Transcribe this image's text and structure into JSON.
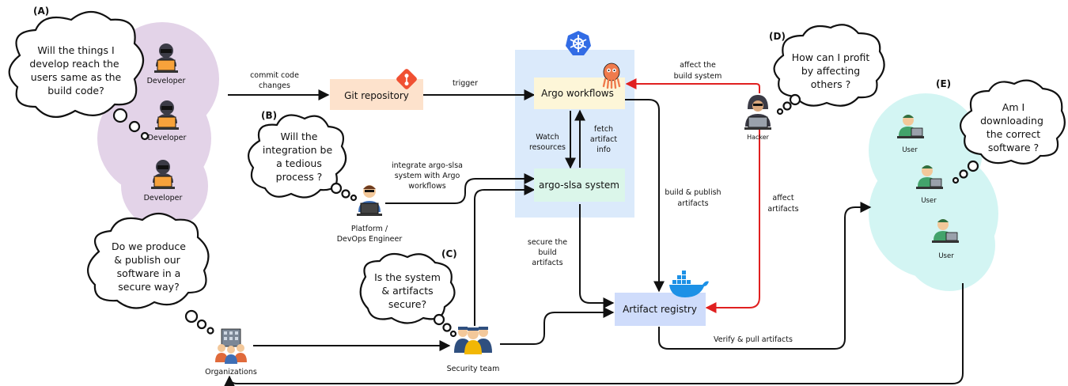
{
  "sections": {
    "a": "(A)",
    "b": "(B)",
    "c": "(C)",
    "d": "(D)",
    "e": "(E)"
  },
  "thoughts": {
    "a": [
      "Will the things I",
      "develop reach the",
      "users same as the",
      "build code?"
    ],
    "b": [
      "Will the",
      "integration be",
      "a tedious",
      "process ?"
    ],
    "org": [
      "Do we produce",
      "& publish our",
      "software in a",
      "secure way?"
    ],
    "c": [
      "Is the system",
      "& artifacts",
      "secure?"
    ],
    "d": [
      "How can I profit",
      "by affecting",
      "others ?"
    ],
    "e": [
      "Am I",
      "downloading",
      "the correct",
      "software ?"
    ]
  },
  "nodes": {
    "git": "Git repository",
    "argo_workflows": "Argo workflows",
    "argo_slsa": "argo-slsa system",
    "artifact_registry": "Artifact registry"
  },
  "actors": {
    "developer_1": "Developer",
    "developer_2": "Developer",
    "developer_3": "Developer",
    "platform": [
      "Platform /",
      "DevOps Engineer"
    ],
    "organizations": "Organizations",
    "security_team": "Security team",
    "hacker": "Hacker",
    "user_1": "User",
    "user_2": "User",
    "user_3": "User"
  },
  "edges": {
    "commit": [
      "commit code",
      "changes"
    ],
    "trigger": "trigger",
    "watch": [
      "Watch",
      "resources"
    ],
    "fetch": [
      "fetch",
      "artifact",
      "info"
    ],
    "integrate": [
      "integrate argo-slsa",
      "system with Argo",
      "workflows"
    ],
    "build_publish": [
      "build & publish",
      "artifacts"
    ],
    "secure": [
      "secure the",
      "build",
      "artifacts"
    ],
    "affect_build": [
      "affect the",
      "build system"
    ],
    "affect_artifacts": [
      "affect",
      "artifacts"
    ],
    "verify_pull": "Verify & pull artifacts"
  },
  "colors": {
    "dev_cloud": "#e3d3e8",
    "user_cloud": "#d3f5f3",
    "k8s_panel": "#dbeafb",
    "git_box": "#fde2cc",
    "argo_box": "#fdf6d8",
    "slsa_box": "#dbf6ea",
    "registry_box": "#cfdcfb",
    "attack": "#e02020",
    "kubernetes": "#326ce5",
    "git": "#f05032",
    "docker": "#1d91e6"
  }
}
